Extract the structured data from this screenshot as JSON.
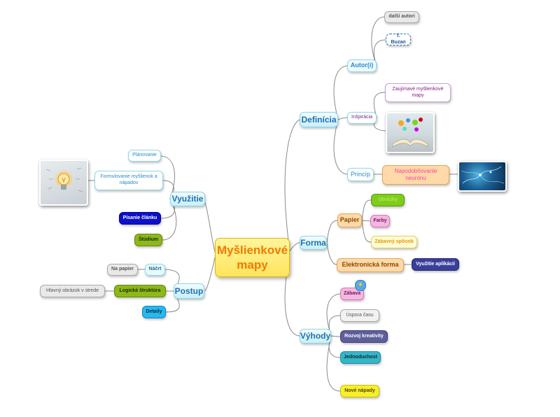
{
  "central": "Myšlienkové mapy",
  "definicia": {
    "label": "Definícia",
    "autori": {
      "label": "Autor(i)",
      "items": [
        "další autori",
        "T. Buzan"
      ]
    },
    "inspiracia": {
      "label": "Inšpirácia",
      "note": "Zaujímavé myšlienkové mapy"
    },
    "princip": {
      "label": "Princíp",
      "note": "Napodobňovanie neurónu"
    }
  },
  "forma": {
    "label": "Forma",
    "papier": {
      "label": "Papier",
      "items": [
        "Obrázky",
        "Farby",
        "Zábavný spôsob"
      ]
    },
    "elektronicka": {
      "label": "Elektronická forma",
      "item": "Využitie aplikácií"
    }
  },
  "vyhody": {
    "label": "Výhody",
    "items": [
      "Zábava",
      "Úspora času",
      "Rozvoj kreativity",
      "Jednoduchost",
      "Nové nápady"
    ]
  },
  "vyuzitie": {
    "label": "Využitie",
    "items": [
      "Plánovanie",
      "Formulovanie myšlienok a nápadov",
      "Písanie článku",
      "Štúdium"
    ]
  },
  "postup": {
    "label": "Postup",
    "nacrt": "Náčrt",
    "na_papier": "Na papier",
    "logicka": "Logická štruktúra",
    "hlavny_obrazok": "Hlavný obrázok v strede",
    "detaily": "Detaily"
  },
  "colors": {
    "link": "#8a8a8a",
    "central_fill": "#ffe45c",
    "central_text": "#f07c00",
    "branch_text": "#1f6fb2"
  }
}
